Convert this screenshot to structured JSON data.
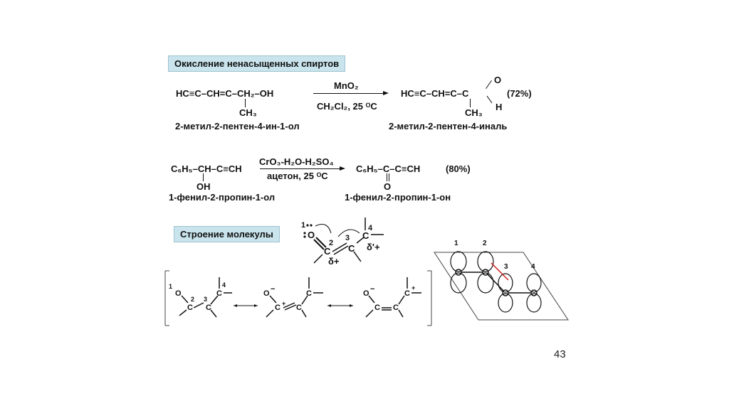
{
  "section1_title": "Окисление ненасыщенных спиртов",
  "section2_title": "Строение молекулы",
  "reaction1": {
    "reactant_formula": "HC≡C–CH=C–CH₂–OH",
    "reactant_methyl": "CH₃",
    "reagent_top": "MnO₂",
    "reagent_bottom": "CH₂Cl₂, 25 ᴼC",
    "product_formula": "HC≡C–CH=C–C",
    "product_methyl": "CH₃",
    "product_o": "O",
    "product_h": "H",
    "yield": "(72%)",
    "reactant_name": "2-метил-2-пентен-4-ин-1-ол",
    "product_name": "2-метил-2-пентен-4-иналь"
  },
  "reaction2": {
    "reactant_formula": "C₆H₅–CH–C≡CH",
    "reactant_oh": "OH",
    "reagent_top": "CrO₃-H₂O-H₂SO₄",
    "reagent_bottom": "ацетон, 25 ᴼC",
    "product_formula": "C₆H₅–C–C≡CH",
    "product_o": "O",
    "yield": "(80%)",
    "reactant_name": "1-фенил-2-пропин-1-ол",
    "product_name": "1-фенил-2-пропин-1-он"
  },
  "structure": {
    "atom_o": "O",
    "atom_c": "C",
    "label_1": "1",
    "label_2": "2",
    "label_3": "3",
    "label_4": "4",
    "delta_plus": "δ+",
    "delta_prime_plus": "δ'+",
    "minus": "−",
    "plus": "+"
  },
  "page_number": "43"
}
